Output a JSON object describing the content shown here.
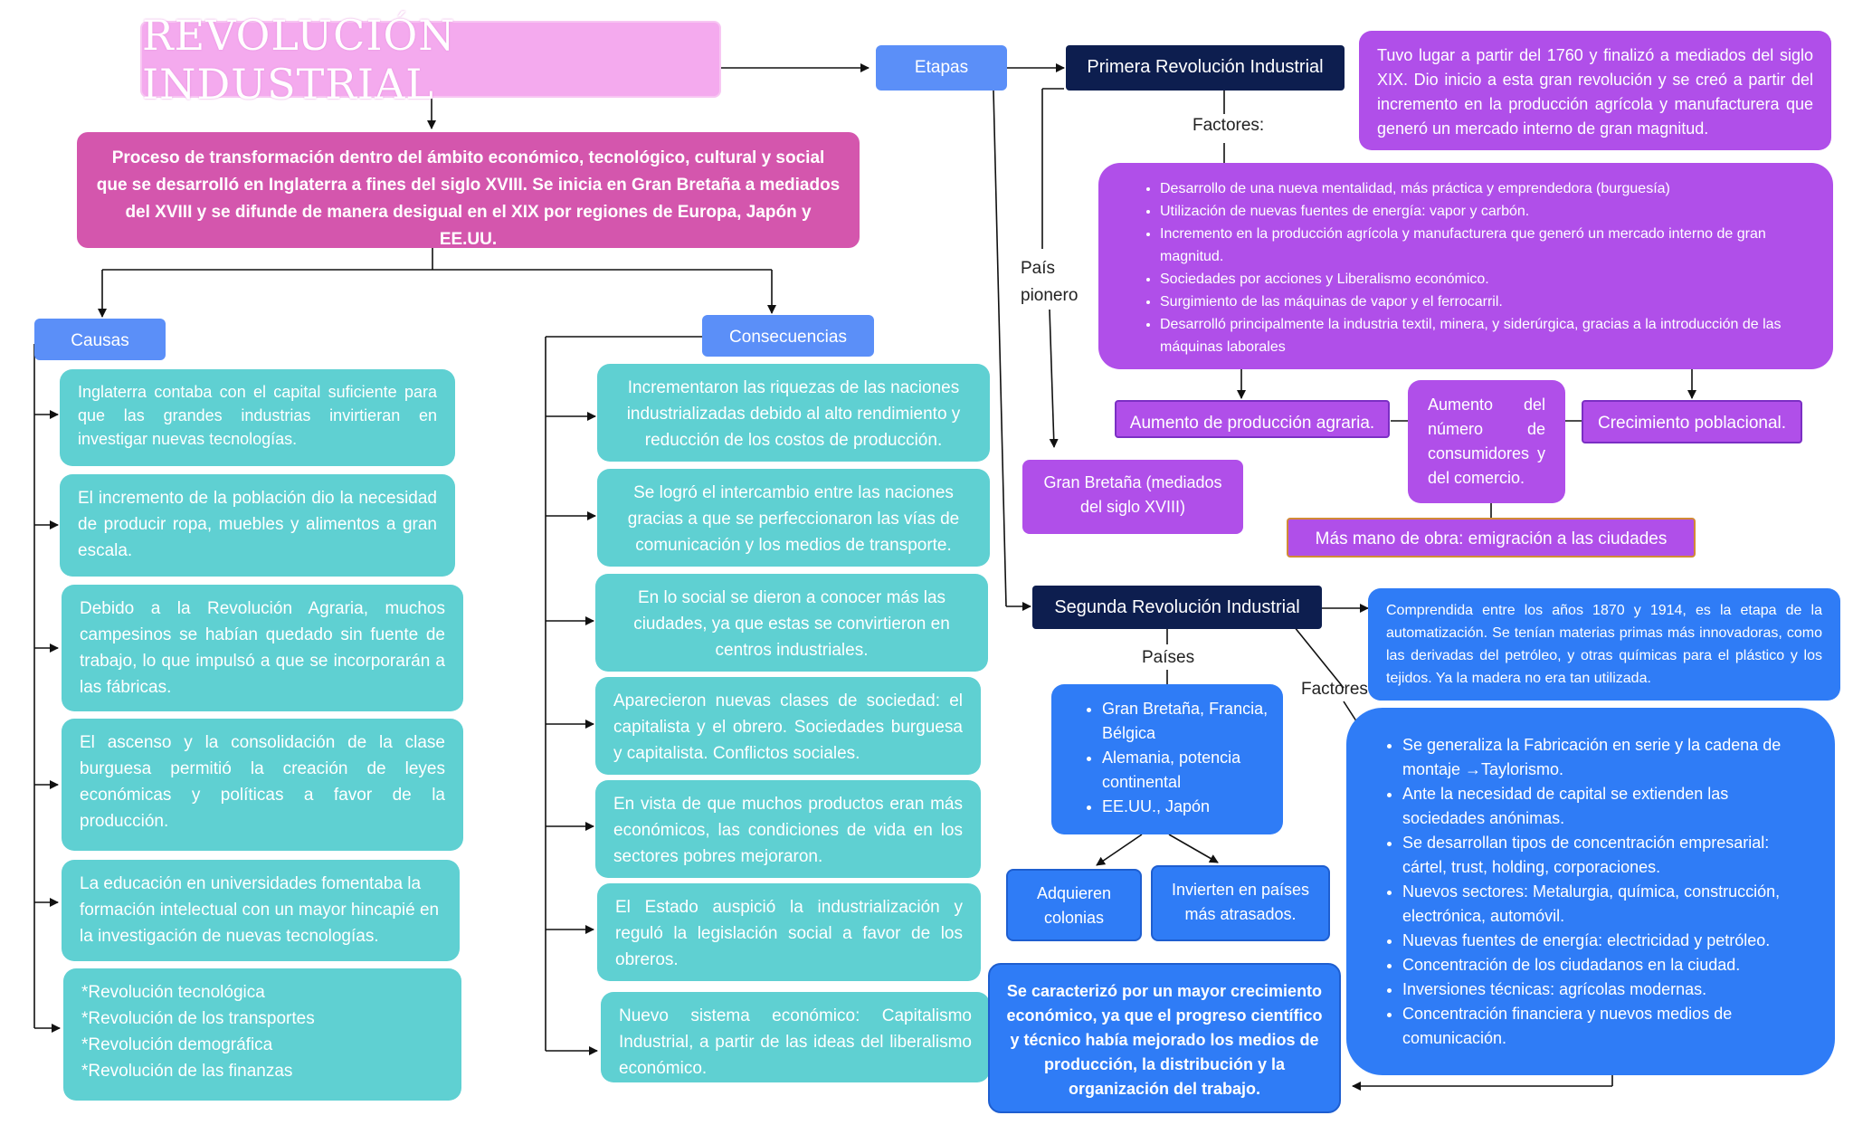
{
  "title": "REVOLUCIÓN INDUSTRIAL",
  "definition": "Proceso de transformación dentro del ámbito económico, tecnológico, cultural y social que se desarrolló en Inglaterra a fines del siglo XVIII. Se inicia en Gran Bretaña a mediados del XVIII y se difunde de manera desigual en el XIX por regiones de Europa, Japón y EE.UU.",
  "etapas_label": "Etapas",
  "causas": {
    "label": "Causas",
    "items": [
      "Inglaterra contaba con el capital suficiente para que las grandes industrias invirtieran en investigar nuevas tecnologías.",
      "El incremento de la población dio la necesidad de producir ropa, muebles y alimentos a gran escala.",
      "Debido a la Revolución Agraria, muchos campesinos se habían quedado sin fuente de trabajo, lo que impulsó a que se incorporarán a las fábricas.",
      "El ascenso y la consolidación de la clase burguesa permitió la creación de leyes económicas y políticas a favor de la producción.",
      "La educación en universidades fomentaba la formación intelectual con un mayor hincapié en la investigación de nuevas tecnologías.",
      [
        "*Revolución tecnológica",
        "*Revolución de los transportes",
        "*Revolución demográfica",
        "*Revolución de las finanzas"
      ]
    ]
  },
  "consecuencias": {
    "label": "Consecuencias",
    "items": [
      "Incrementaron las riquezas de las naciones industrializadas debido al alto rendimiento y reducción de los costos de producción.",
      "Se logró el intercambio entre las naciones gracias a que se perfeccionaron las vías de comunicación y los medios de transporte.",
      "En lo social se dieron a conocer más las ciudades, ya que estas se convirtieron en centros industriales.",
      "Aparecieron nuevas clases de sociedad: el capitalista y el obrero. Sociedades burguesa y capitalista. Conflictos sociales.",
      "En vista de que muchos productos eran más económicos, las condiciones de vida en los sectores pobres mejoraron.",
      "El Estado auspició la industrialización y reguló la legislación social a favor de los obreros.",
      "Nuevo sistema económico: Capitalismo Industrial, a partir de las ideas del liberalismo económico."
    ]
  },
  "primera": {
    "label": "Primera Revolución Industrial",
    "description": "Tuvo lugar a partir del 1760 y finalizó a mediados del siglo XIX. Dio inicio a esta gran revolución y se creó a partir del incremento en la producción agrícola y manufacturera que generó un mercado interno de gran magnitud.",
    "factores_label": "Factores:",
    "factores": [
      "Desarrollo de una nueva mentalidad, más práctica y emprendedora (burguesía)",
      "Utilización de nuevas fuentes de energía: vapor y carbón.",
      "Incremento en la producción agrícola y manufacturera que generó un mercado interno de gran magnitud.",
      "Sociedades por acciones y Liberalismo económico.",
      "Surgimiento de las máquinas de vapor y el ferrocarril.",
      "Desarrolló principalmente la industria textil, minera, y siderúrgica, gracias a la introducción de las máquinas laborales"
    ],
    "pais_label": "País pionero",
    "pais": "Gran Bretaña (mediados del siglo XVIII)",
    "aumento_produccion": "Aumento de producción agraria.",
    "aumento_consumidores": "Aumento del número de consumidores y del comercio.",
    "crecimiento": "Crecimiento poblacional.",
    "mano_obra": "Más mano de obra: emigración a las ciudades"
  },
  "segunda": {
    "label": "Segunda Revolución Industrial",
    "description": "Comprendida entre los años 1870 y 1914, es la etapa de la automatización. Se tenían materias primas más innovadoras, como las derivadas del petróleo, y otras químicas para el plástico y los tejidos. Ya la madera no era tan utilizada.",
    "paises_label": "Países",
    "paises": [
      "Gran Bretaña, Francia, Bélgica",
      "Alemania, potencia continental",
      "EE.UU., Japón"
    ],
    "colonias": "Adquieren colonias",
    "invierten": "Invierten en países más atrasados.",
    "factores_label": "Factores",
    "factores": [
      "Se generaliza la Fabricación en serie y la cadena de montaje →Taylorismo.",
      "Ante la necesidad de capital se extienden las sociedades anónimas.",
      "Se desarrollan tipos de concentración empresarial: cártel, trust, holding, corporaciones.",
      "Nuevos sectores: Metalurgia, química, construcción, electrónica, automóvil.",
      "Nuevas fuentes de energía: electricidad y petróleo.",
      "Concentración de los ciudadanos en la ciudad.",
      "Inversiones técnicas: agrícolas modernas.",
      "Concentración financiera y nuevos medios de comunicación."
    ],
    "crecimiento": "Se caracterizó por un mayor crecimiento económico, ya que el progreso científico y técnico había mejorado los medios de producción, la distribución y la organización del trabajo."
  },
  "colors": {
    "title": "#f4aaee",
    "definition": "#d456ad",
    "label_blue": "#5b8ff8",
    "teal": "#5fd0d2",
    "navy": "#0d1e4f",
    "purple": "#b04fe9",
    "blue": "#2f7cf6"
  }
}
